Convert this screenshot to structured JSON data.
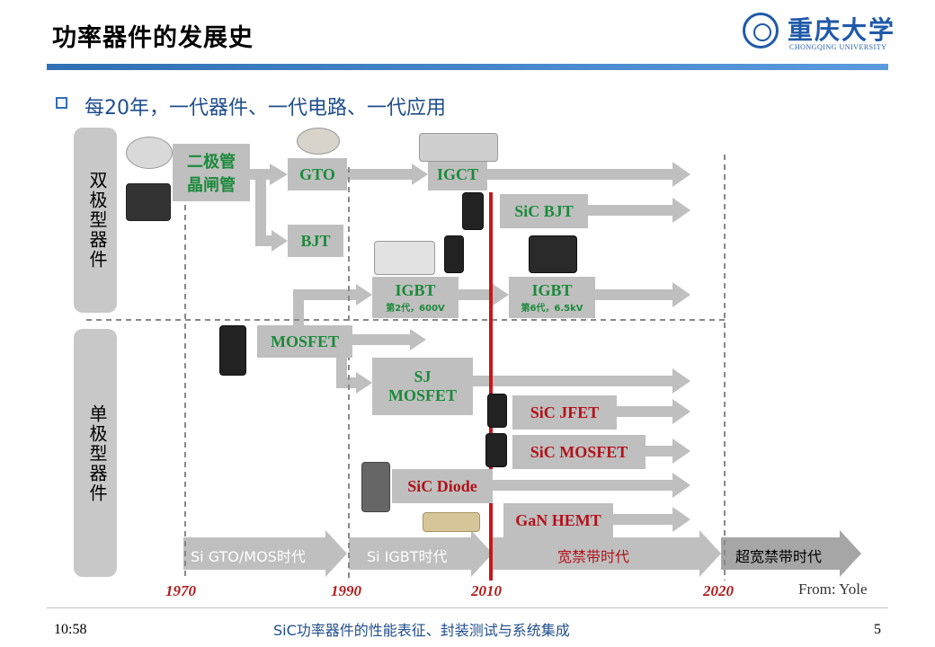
{
  "header": {
    "title": "功率器件的发展史",
    "logo_cn": "重庆大学",
    "logo_en": "CHONGQING UNIVERSITY"
  },
  "bullet": "每20年，一代器件、一代电路、一代应用",
  "bands": {
    "bipolar": "双极型器件",
    "unipolar": "单极型器件"
  },
  "devices": {
    "diode_thyristor": "二极管\n晶闸管",
    "gto": "GTO",
    "bjt": "BJT",
    "igct": "IGCT",
    "sic_bjt": "SiC BJT",
    "igbt1": "IGBT",
    "igbt1_sub": "第2代，600V",
    "igbt2": "IGBT",
    "igbt2_sub": "第6代，6.5kV",
    "mosfet": "MOSFET",
    "sj_mosfet": "SJ\nMOSFET",
    "sic_jfet": "SiC JFET",
    "sic_mosfet": "SiC MOSFET",
    "sic_diode": "SiC Diode",
    "gan_hemt": "GaN HEMT"
  },
  "eras": [
    "Si GTO/MOS时代",
    "Si IGBT时代",
    "宽禁带时代",
    "超宽禁带时代"
  ],
  "years": [
    "1970",
    "1990",
    "2010",
    "2020"
  ],
  "source": "From: Yole",
  "footer": {
    "time": "10:58",
    "subtitle": "SiC功率器件的性能表征、封装测试与系统集成",
    "page": "5"
  },
  "colors": {
    "green_text": "#1b8a3a",
    "red_text": "#b3121a",
    "arrow_gray": "#bfbfbf",
    "red_line": "#c8161d",
    "accent_blue": "#2f6fb3"
  }
}
